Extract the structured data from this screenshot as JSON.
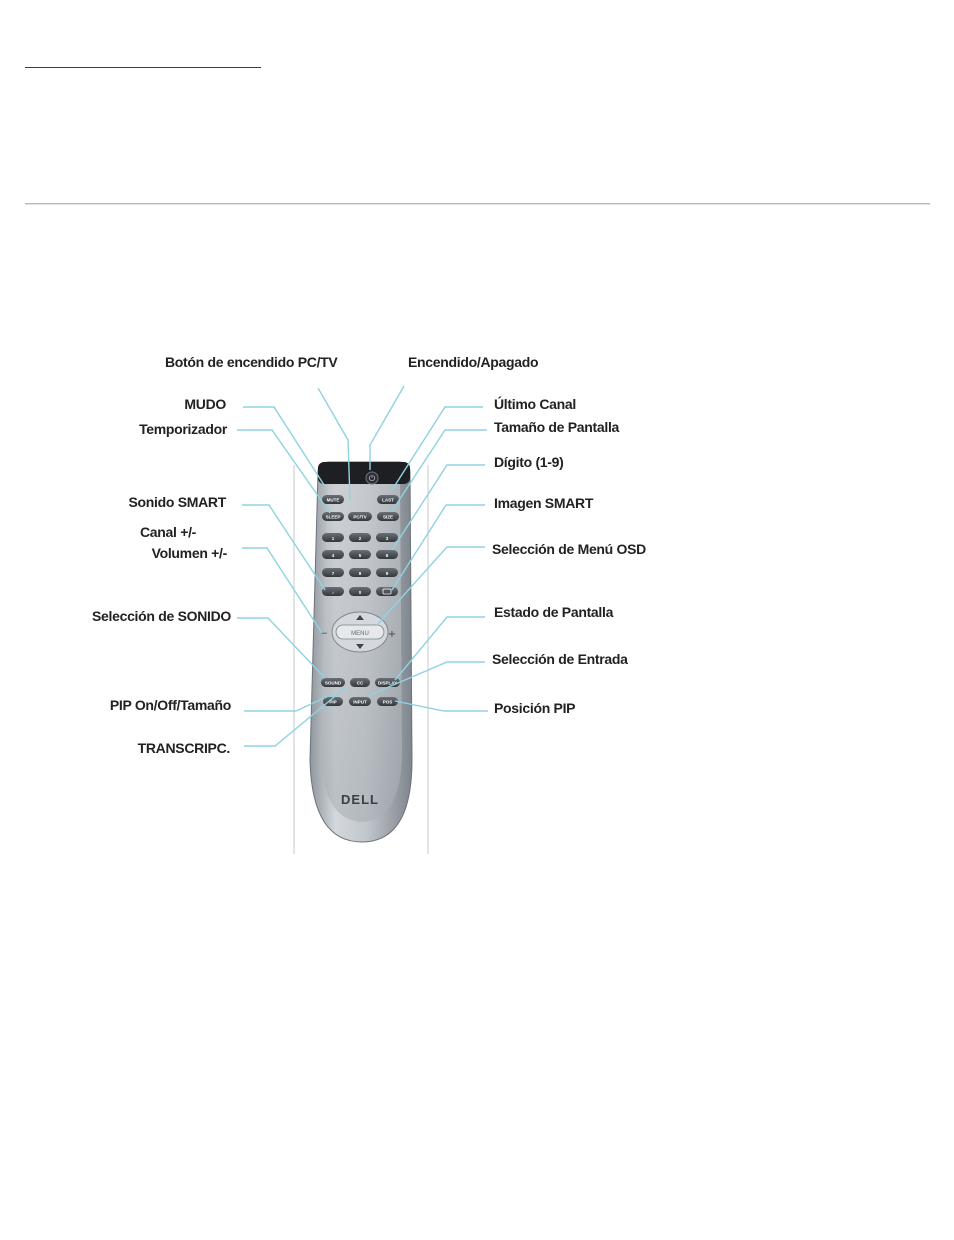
{
  "page": {
    "link_text": ""
  },
  "remote": {
    "brand": "DELL",
    "power_symbol": "⏻",
    "buttons": {
      "mute": "MUTE",
      "last": "LAST",
      "sleep": "SLEEP",
      "pctv": "PC/TV",
      "size": "SIZE",
      "sound": "SOUND",
      "cc": "CC",
      "display": "DISPLAY",
      "pip": "PIP",
      "input": "INPUT",
      "pos": "POS",
      "menu": "MENU",
      "digits": [
        "1",
        "2",
        "3",
        "4",
        "5",
        "6",
        "7",
        "8",
        "9",
        "0"
      ]
    }
  },
  "callouts": {
    "left": {
      "power_pctv": "Botón de encendido PC/TV",
      "mute": "MUDO",
      "sleep": "Temporizador",
      "smart_sound": "Sonido SMART",
      "channel": "Canal +/-",
      "volume": "Volumen +/-",
      "sound_select": "Selección de SONIDO",
      "pip": "PIP On/Off/Tamaño",
      "cc": "TRANSCRIPC."
    },
    "right": {
      "power": "Encendido/Apagado",
      "last": "Último Canal",
      "size": "Tamaño de Pantalla",
      "digit": "Dígito (1-9)",
      "smart_image": "Imagen SMART",
      "menu": "Selección de Menú OSD",
      "display": "Estado de Pantalla",
      "input": "Selección de Entrada",
      "pip_pos": "Posición PIP"
    }
  },
  "colors": {
    "leader_lines": "#8fd3e2",
    "remote_body": "#b8bec4",
    "buttons": "#4a4f55",
    "link": "#1a33cc"
  }
}
